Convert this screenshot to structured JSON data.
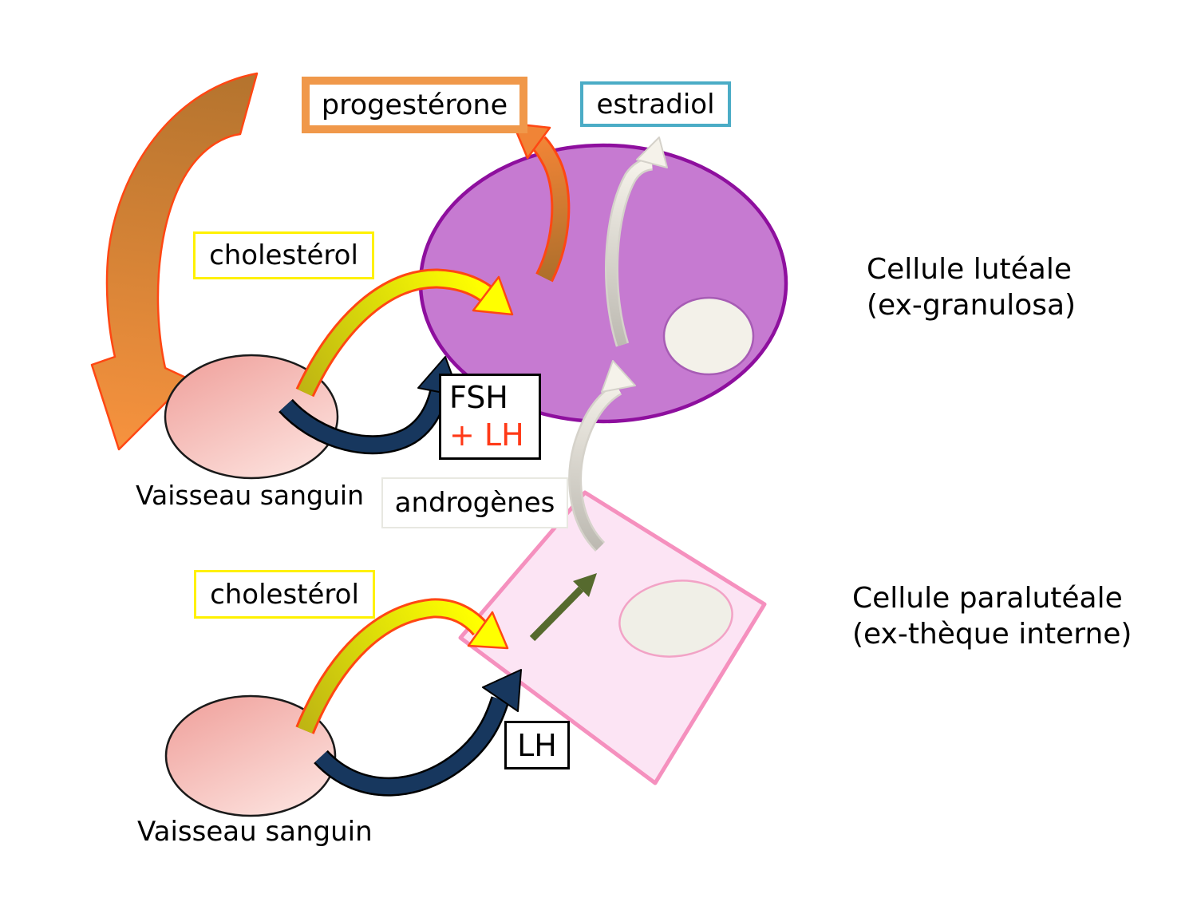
{
  "diagram": {
    "boxes": {
      "progesterone": {
        "label": "progestérone"
      },
      "estradiol": {
        "label": "estradiol"
      },
      "cholesterol_top": {
        "label": "cholestérol"
      },
      "cholesterol_bottom": {
        "label": "cholestérol"
      },
      "fsh_lh": {
        "line1": "FSH",
        "line2": "+ LH"
      },
      "androgens": {
        "label": "androgènes"
      },
      "lh": {
        "label": "LH"
      }
    },
    "captions": {
      "vessel_top": "Vaisseau sanguin",
      "vessel_bottom": "Vaisseau sanguin",
      "luteal_line1": "Cellule lutéale",
      "luteal_line2": "(ex-granulosa)",
      "paraluteal_line1": "Cellule paralutéale",
      "paraluteal_line2": "(ex-thèque interne)"
    },
    "colors": {
      "progesterone_border": "#F0984A",
      "estradiol_border": "#4BACC6",
      "cholesterol_border": "#FFF100",
      "androgens_border": "#E8E8E1",
      "lh_text_red": "#FF3917",
      "luteal_cell_fill": "#C67AD1",
      "luteal_cell_stroke": "#8E0F9E",
      "nucleus_fill": "#F3F1E9",
      "paraluteal_cell_fill": "#FCE4F4",
      "paraluteal_cell_stroke": "#F590BE",
      "vessel_fill_dark": "#EF9E99",
      "vessel_fill_light": "#FCDFDB",
      "navy_arrow": "#17375E",
      "yellow_arrow": "#FFFF00",
      "olive_arrow_tail": "#BFB513",
      "orange_arrow": "#F08436",
      "brown_arrow_tail": "#AE6F2B",
      "red_outline": "#FF4713",
      "green_arrow": "#566A2E",
      "white_arrow": "#F5F2EA"
    }
  }
}
